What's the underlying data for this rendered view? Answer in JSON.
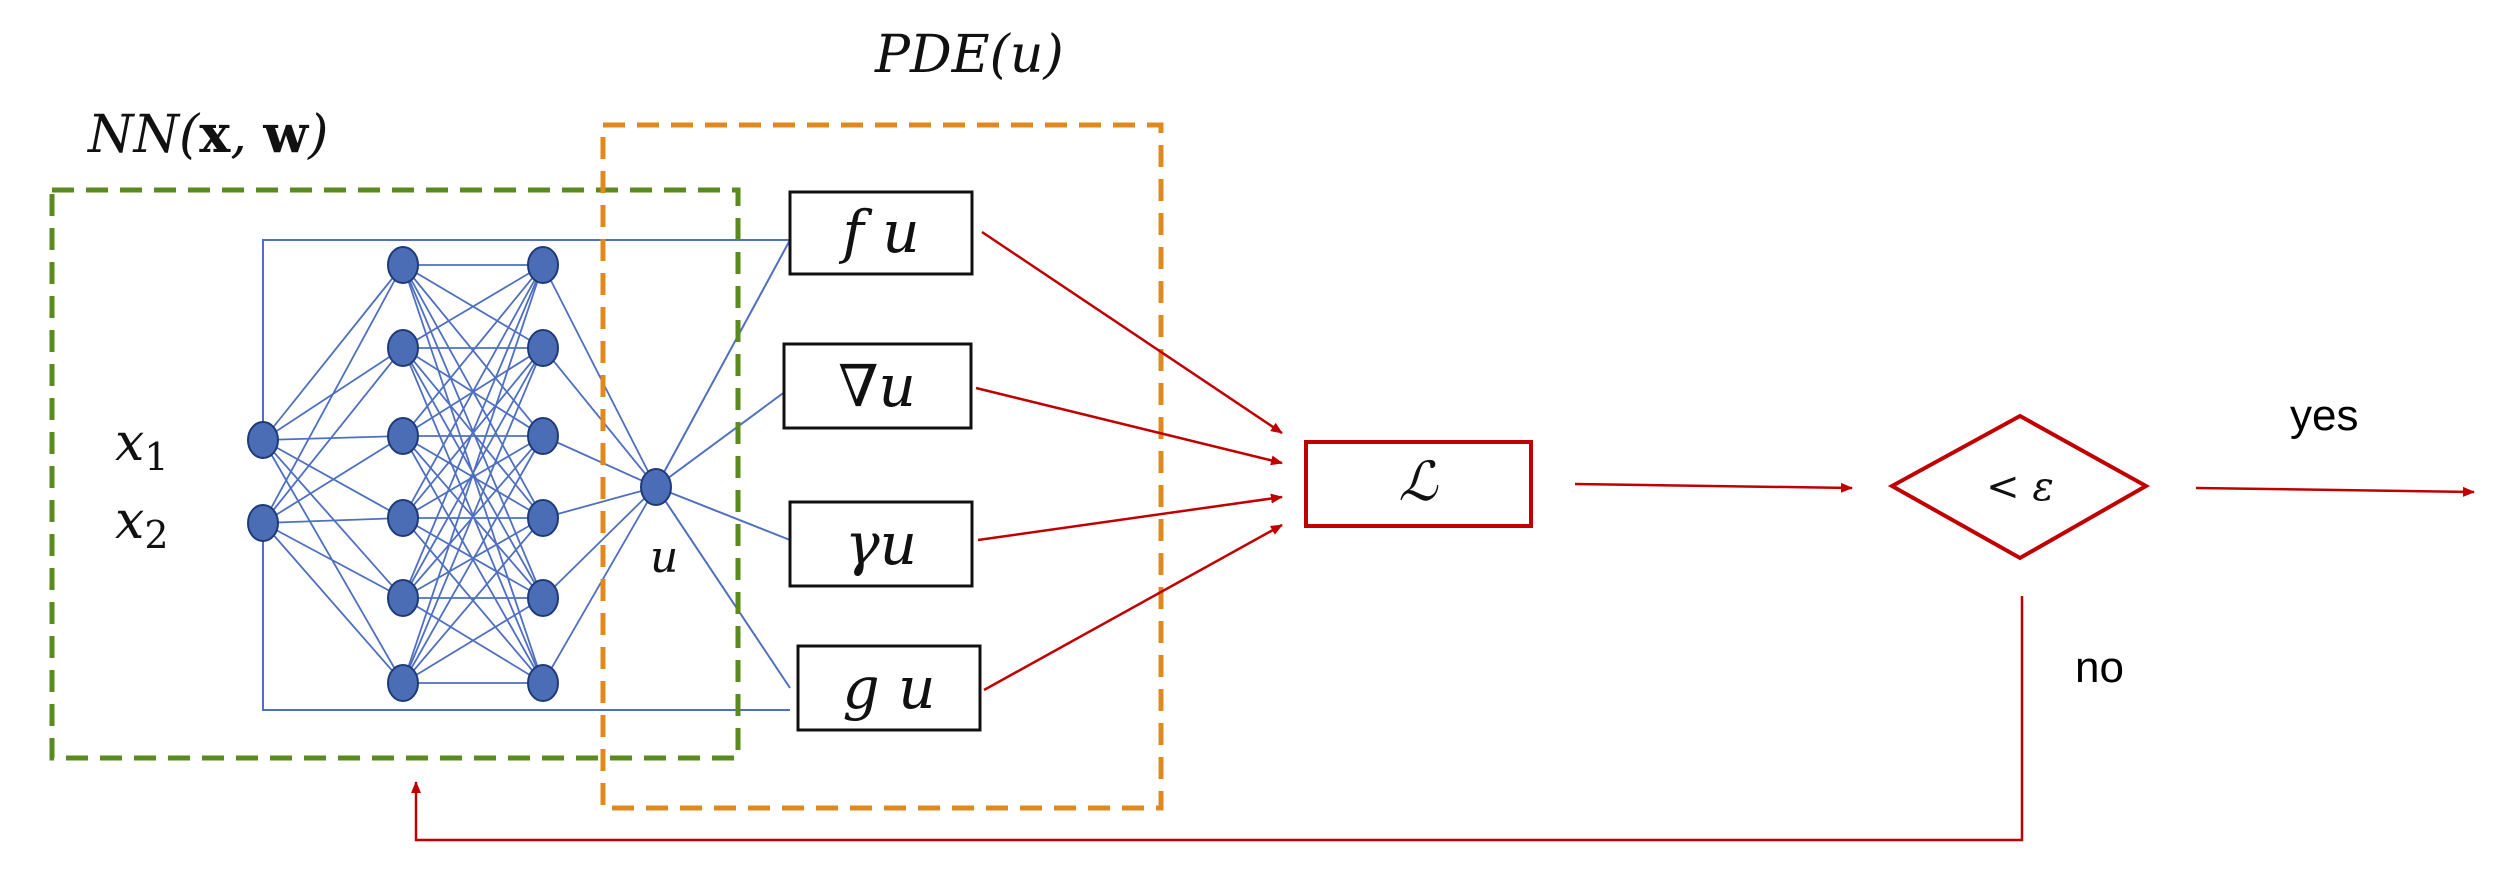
{
  "labels": {
    "nn_title": "NN(x, w)",
    "nn_title_prefix": "NN(",
    "nn_title_x": "x",
    "nn_title_sep": ", ",
    "nn_title_w": "w",
    "nn_title_suffix": ")",
    "pde_title": "PDE(u)",
    "input_x1_base": "x",
    "input_x1_sub": "1",
    "input_x2_base": "x",
    "input_x2_sub": "2",
    "output_u": "u",
    "loss": "ℒ",
    "condition": "< ε",
    "yes": "yes",
    "no": "no"
  },
  "terms": [
    {
      "id": "fu",
      "text": "f u"
    },
    {
      "id": "grad-u",
      "text": "∇u"
    },
    {
      "id": "gamma-u",
      "text": "γu"
    },
    {
      "id": "gu",
      "text": "g u"
    }
  ],
  "colors": {
    "node": "#4a6db5",
    "node_stroke": "#1f3a78",
    "edge": "#4f6fc0",
    "nn_box": "#5b8a1e",
    "pde_box": "#e08a1e",
    "loss_red": "#c00000"
  },
  "network": {
    "layers": [
      2,
      6,
      6,
      1
    ]
  }
}
